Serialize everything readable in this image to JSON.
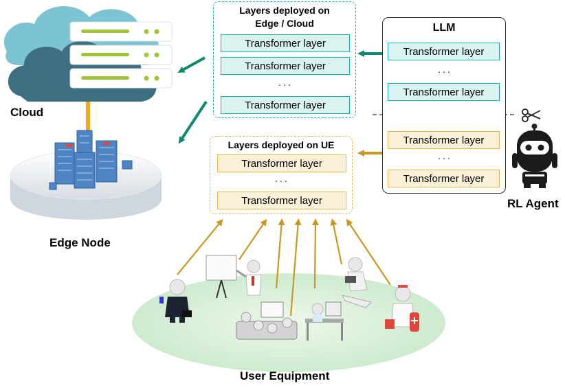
{
  "labels": {
    "cloud": "Cloud",
    "edge_node": "Edge Node",
    "user_equipment": "User Equipment",
    "rl_agent": "RL Agent"
  },
  "edge_cloud_box": {
    "title_line1": "Layers deployed on",
    "title_line2": "Edge / Cloud",
    "layers": [
      "Transformer layer",
      "Transformer layer",
      "Transformer layer"
    ],
    "ellipsis": "···"
  },
  "ue_box": {
    "title": "Layers deployed on UE",
    "layers": [
      "Transformer layer",
      "Transformer layer"
    ],
    "ellipsis": "···"
  },
  "llm_box": {
    "title": "LLM",
    "top_layers": [
      "Transformer layer",
      "Transformer layer"
    ],
    "bottom_layers": [
      "Transformer layer",
      "Transformer layer"
    ],
    "ellipsis": "···"
  },
  "colors": {
    "teal": "#16b3a6",
    "teal_fill": "#d9f3f1",
    "gold": "#eab548",
    "gold_fill": "#fdf0d8",
    "arrow_teal": "#0f8a6e",
    "arrow_gold": "#c99722",
    "cloud_light": "#7cc4d3",
    "cloud_dark": "#3d6f80",
    "ground": "#dff3df"
  },
  "icons": [
    "cloud-icon",
    "server-icon",
    "edge-server-icon",
    "robot-icon",
    "scissors-icon",
    "person-icons"
  ]
}
